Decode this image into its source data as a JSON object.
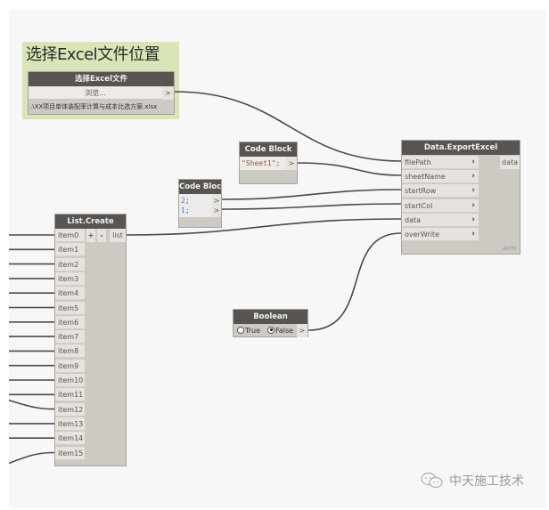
{
  "group": {
    "title": "选择Excel文件位置",
    "color": "#d8e5b6"
  },
  "file_node": {
    "title": "选择Excel文件",
    "browse_label": "浏览...",
    "output_port": ">",
    "path_value": ".\\XX项目单体装配率计算与成本比选方案.xlsx"
  },
  "code_block_sheet": {
    "title": "Code Block",
    "code": "\"Sheet1\";",
    "output_port": ">"
  },
  "code_block_numbers": {
    "title": "Code Block",
    "lines": [
      {
        "num": "2",
        "suffix": ";",
        "port": ">"
      },
      {
        "num": "1",
        "suffix": ";",
        "port": ">"
      }
    ]
  },
  "export_node": {
    "title": "Data.ExportExcel",
    "inputs": [
      "filePath",
      "sheetName",
      "startRow",
      "startCol",
      "data",
      "overWrite"
    ],
    "input_arrow": "›",
    "output": "data",
    "lacing": "AUTO"
  },
  "list_create": {
    "title": "List.Create",
    "add_label": "+",
    "remove_label": "-",
    "output": "list",
    "items": [
      "item0",
      "item1",
      "item2",
      "item3",
      "item4",
      "item5",
      "item6",
      "item7",
      "item8",
      "item9",
      "item10",
      "item11",
      "item12",
      "item13",
      "item14",
      "item15"
    ]
  },
  "boolean_node": {
    "title": "Boolean",
    "true_label": "True",
    "false_label": "False",
    "selected": "False",
    "output_port": ">"
  },
  "watermark": {
    "text": "中天施工技术",
    "icon": "wechat-icon"
  },
  "colors": {
    "header": "#585451",
    "node_body": "#cdc9c3",
    "port_bg": "#e6e3df",
    "wire": "#4a4a4a",
    "canvas": "#f7f7f7"
  }
}
